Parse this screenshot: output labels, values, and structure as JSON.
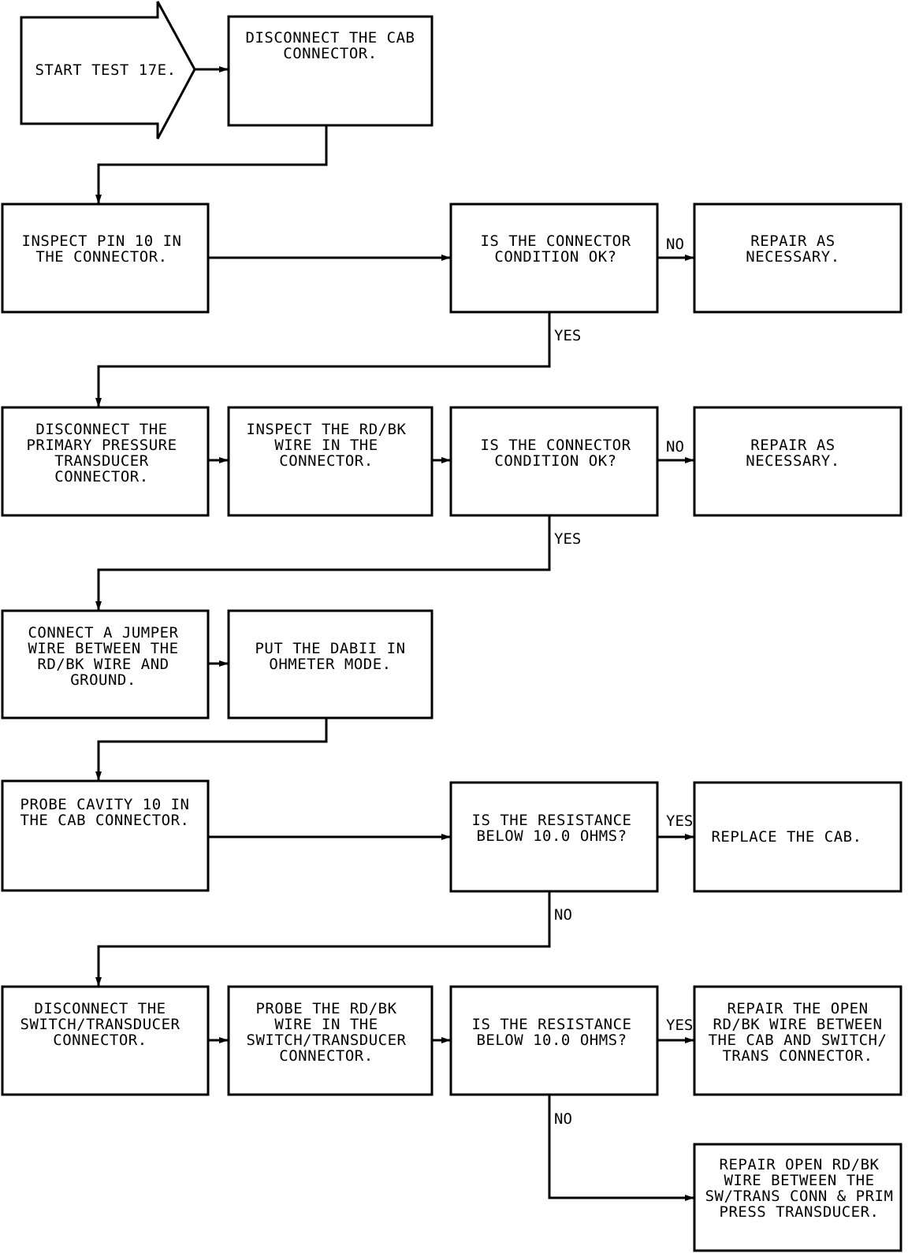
{
  "start": [
    "START TEST 17E."
  ],
  "steps": {
    "disconnect_cab": [
      "DISCONNECT THE CAB",
      "CONNECTOR."
    ],
    "inspect_pin10": [
      "INSPECT PIN 10 IN",
      "THE CONNECTOR."
    ],
    "q_condition_1": [
      "IS THE CONNECTOR",
      "CONDITION OK?"
    ],
    "repair_1": [
      "REPAIR AS",
      "NECESSARY."
    ],
    "disconnect_primary": [
      "DISCONNECT THE",
      "PRIMARY PRESSURE",
      "TRANSDUCER",
      "CONNECTOR."
    ],
    "inspect_rdbk": [
      "INSPECT THE RD/BK",
      "WIRE IN THE",
      "CONNECTOR."
    ],
    "q_condition_2": [
      "IS THE CONNECTOR",
      "CONDITION OK?"
    ],
    "repair_2": [
      "REPAIR AS",
      "NECESSARY."
    ],
    "connect_jumper": [
      "CONNECT A JUMPER",
      "WIRE BETWEEN THE",
      "RD/BK WIRE AND",
      "GROUND."
    ],
    "put_dabii": [
      "PUT THE DABII IN",
      "OHMETER MODE."
    ],
    "probe_cavity10": [
      "PROBE CAVITY 10 IN",
      "THE CAB CONNECTOR."
    ],
    "q_resistance_1": [
      "IS THE RESISTANCE",
      "BELOW 10.0 OHMS?"
    ],
    "replace_cab": [
      "REPLACE THE CAB."
    ],
    "disconnect_switch": [
      "DISCONNECT THE",
      "SWITCH/TRANSDUCER",
      "CONNECTOR."
    ],
    "probe_rdbk": [
      "PROBE THE RD/BK",
      "WIRE IN THE",
      "SWITCH/TRANSDUCER",
      "CONNECTOR."
    ],
    "q_resistance_2": [
      "IS THE RESISTANCE",
      "BELOW 10.0 OHMS?"
    ],
    "repair_open_cab": [
      "REPAIR THE OPEN",
      "RD/BK WIRE BETWEEN",
      "THE CAB AND SWITCH/",
      "TRANS CONNECTOR."
    ],
    "repair_open_prim": [
      "REPAIR OPEN RD/BK",
      "WIRE BETWEEN THE",
      "SW/TRANS CONN & PRIM",
      "PRESS TRANSDUCER."
    ]
  },
  "branch_labels": {
    "no_1": "NO",
    "yes_1": "YES",
    "no_2": "NO",
    "yes_2": "YES",
    "yes_3": "YES",
    "no_3": "NO",
    "yes_4": "YES",
    "no_4": "NO"
  }
}
